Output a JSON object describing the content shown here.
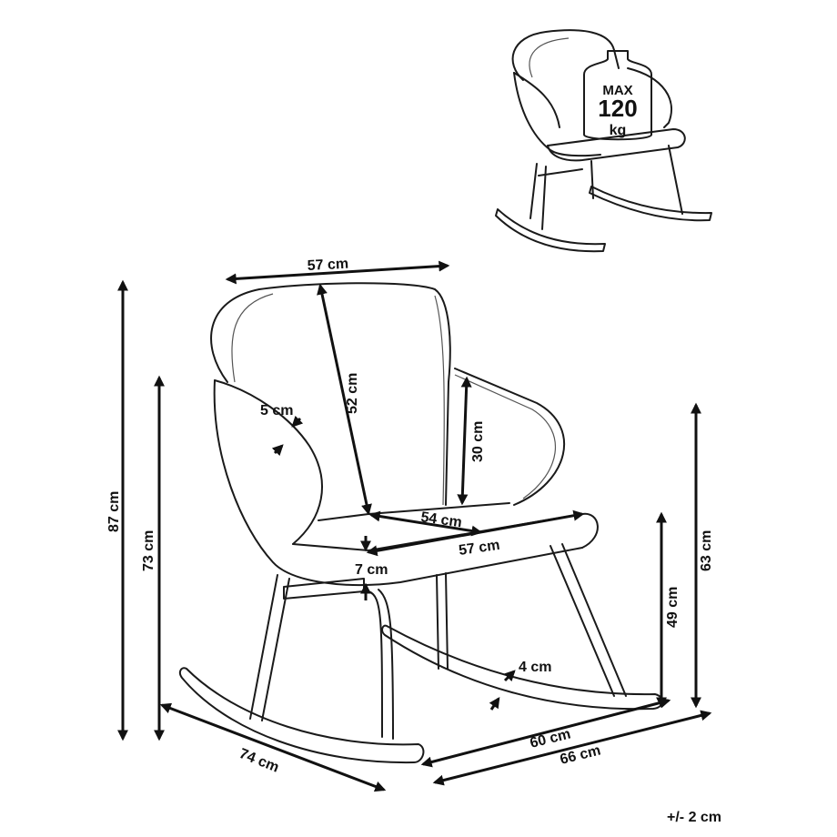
{
  "weight_badge": {
    "line1": "MAX",
    "line2": "120",
    "line3": "kg"
  },
  "dimensions": {
    "back_width": "57 cm",
    "back_height": "52 cm",
    "armrest_height": "30 cm",
    "frame_thickness": "5 cm",
    "seat_depth": "54 cm",
    "seat_width": "57 cm",
    "seat_thickness": "7 cm",
    "total_height": "87 cm",
    "armrest_total_height": "73 cm",
    "arm_height_side": "63 cm",
    "seat_height": "49 cm",
    "rocker_thickness": "4 cm",
    "total_depth": "74 cm",
    "rocker_width": "60 cm",
    "total_width": "66 cm"
  },
  "tolerance": "+/- 2 cm",
  "colors": {
    "line": "#1a1a1a",
    "background": "#ffffff"
  }
}
